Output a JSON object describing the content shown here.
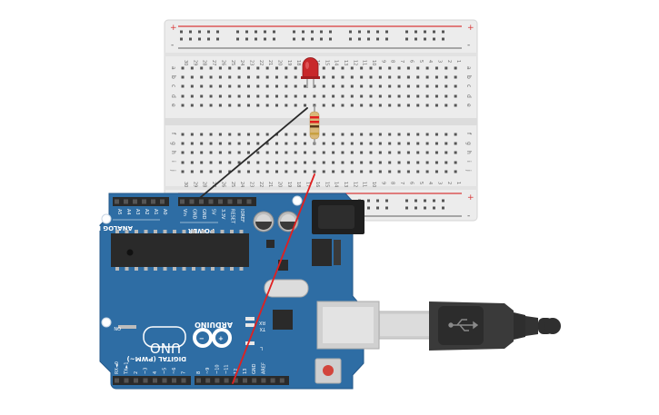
{
  "breadboard": {
    "plus": "+",
    "minus": "-",
    "row_letters_top": [
      "a",
      "b",
      "c",
      "d",
      "e"
    ],
    "row_letters_bottom": [
      "f",
      "g",
      "h",
      "i",
      "j"
    ],
    "column_numbers": [
      "30",
      "29",
      "28",
      "27",
      "26",
      "25",
      "24",
      "23",
      "22",
      "21",
      "20",
      "19",
      "18",
      "17",
      "16",
      "15",
      "14",
      "13",
      "12",
      "11",
      "10",
      "9",
      "8",
      "7",
      "6",
      "5",
      "4",
      "3",
      "2",
      "1"
    ]
  },
  "arduino": {
    "brand": "ARDUINO",
    "model": "UNO",
    "analog_in": "ANALOG IN",
    "power": "POWER",
    "digital": "DIGITAL (PWM~)",
    "on_label": "ON",
    "tx_label": "TX",
    "rx_label": "RX",
    "l_label": "L",
    "analog_pins": [
      "A5",
      "A4",
      "A3",
      "A2",
      "A1",
      "A0"
    ],
    "power_pins": [
      "Vin",
      "GND",
      "GND",
      "5V",
      "3.3V",
      "RESET",
      "IOREF"
    ],
    "digital_pins_left": [
      "RX◄0",
      "TX►1",
      "2",
      "~3",
      "4",
      "~5",
      "~6",
      "7"
    ],
    "digital_pins_right": [
      "8",
      "~9",
      "~10",
      "~11",
      "12",
      "13",
      "GND",
      "AREF"
    ]
  },
  "colors": {
    "board_blue": "#2e6da4",
    "breadboard": "#ececec",
    "rail_red": "#d93a3a",
    "wire_red": "#e02020",
    "wire_black": "#2a2a2a",
    "led_red": "#c8282a"
  },
  "icons": {
    "usb": "usb-icon",
    "infinity": "arduino-infinity-logo"
  }
}
